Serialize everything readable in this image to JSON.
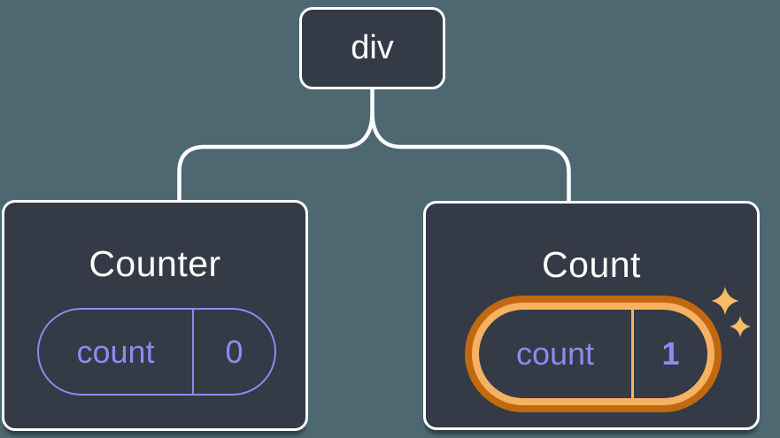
{
  "diagram": {
    "root": {
      "label": "div"
    },
    "children": [
      {
        "title": "Counter",
        "state": {
          "key": "count",
          "value": "0"
        },
        "highlighted": false
      },
      {
        "title": "Count",
        "state": {
          "key": "count",
          "value": "1"
        },
        "highlighted": true
      }
    ]
  },
  "icons": {
    "sparkle_large": "sparkle-icon",
    "sparkle_small": "sparkle-icon"
  },
  "colors": {
    "background": "#4D6870",
    "node_fill": "#343A46",
    "node_border": "#FFFFFF",
    "state_accent": "#8A8CF0",
    "highlight_dark_orange": "#C1690F",
    "highlight_light_orange": "#F7B163",
    "sparkle": "#F8BC68",
    "text": "#FFFFFF"
  }
}
